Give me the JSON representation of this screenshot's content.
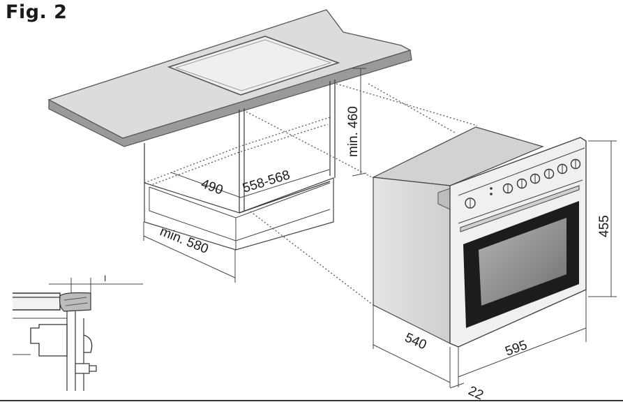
{
  "figure": {
    "title": "Fig. 2",
    "dimensions": {
      "cutout_height": "min. 460",
      "cutout_depth": "490",
      "cutout_width": "558-568",
      "cabinet_depth": "min. 580",
      "oven_height": "455",
      "oven_depth": "540",
      "oven_width": "595",
      "front_offset": "22",
      "detail_gap": "I"
    }
  },
  "colors": {
    "counter_top": "#d9d9d9",
    "counter_edge": "#8c8c8c",
    "glass": "#ececec",
    "oven_side": "#d8d8d8",
    "oven_front": "#eeeeee",
    "window": "#1c1c1c",
    "window_inner": "#8e8e8e"
  }
}
